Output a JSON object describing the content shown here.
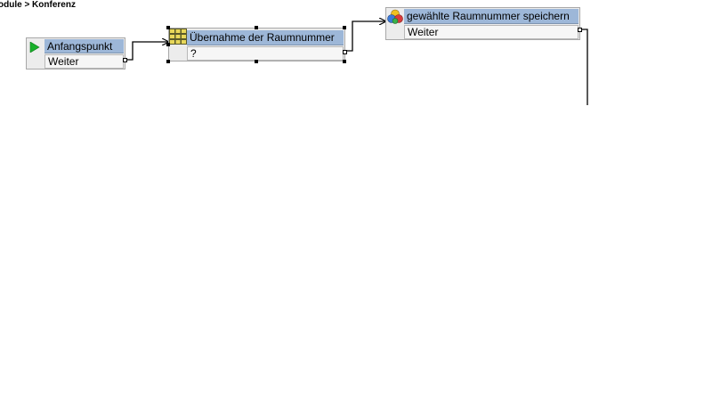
{
  "breadcrumb": "odule > Konferenz",
  "nodes": {
    "start": {
      "title": "Anfangspunkt",
      "exit": "Weiter",
      "icon": "play-icon"
    },
    "receive": {
      "title": "Übernahme der Raumnummer",
      "exit": "?",
      "icon": "keypad-icon",
      "selected": true
    },
    "save": {
      "title": "gewählte Raumnummer speichern",
      "exit": "Weiter",
      "icon": "database-icon"
    }
  },
  "colors": {
    "header": "#9db7d8",
    "body": "#ececec",
    "connector": "#000000",
    "start_icon": "#18b02a"
  }
}
